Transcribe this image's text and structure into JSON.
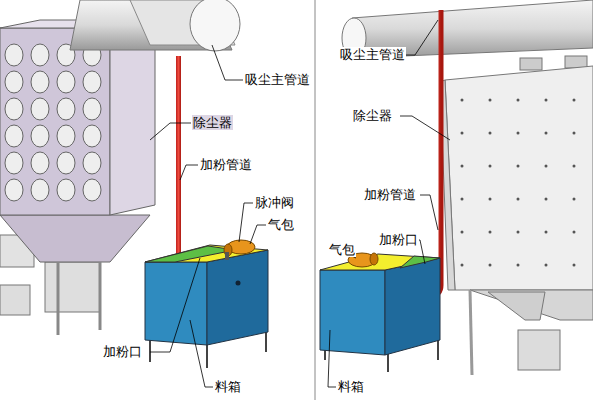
{
  "diagram": {
    "labels": [
      "吸尘主管道",
      "除尘器",
      "加粉管道",
      "脉冲阀",
      "气包",
      "加粉口",
      "料箱",
      "吸尘主管道",
      "除尘器",
      "加粉管道",
      "加粉口",
      "气包",
      "料箱"
    ]
  }
}
